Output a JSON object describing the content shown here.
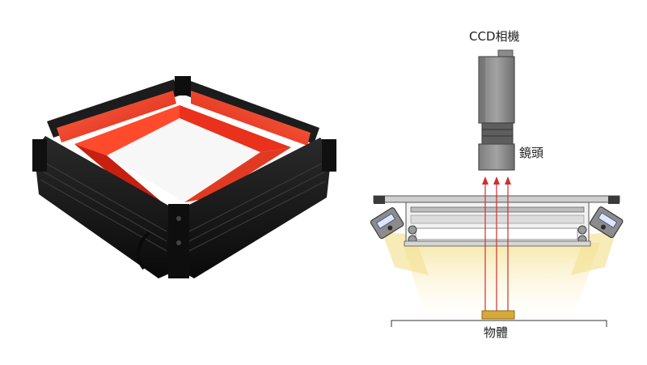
{
  "labels": {
    "camera": "CCD相機",
    "lens": "鏡頭",
    "object": "物體"
  },
  "colors": {
    "red_light": "#ff3b22",
    "housing": "#141414",
    "camera_body": "#8f8f8f",
    "lens_body": "#9a9a9a",
    "ray": "#d03030",
    "glow": "#fbf3cf",
    "object": "#d6a93a"
  },
  "icons": {
    "product_photo": "square-bar-light-icon",
    "side_light": "angled-led-bar-icon"
  }
}
